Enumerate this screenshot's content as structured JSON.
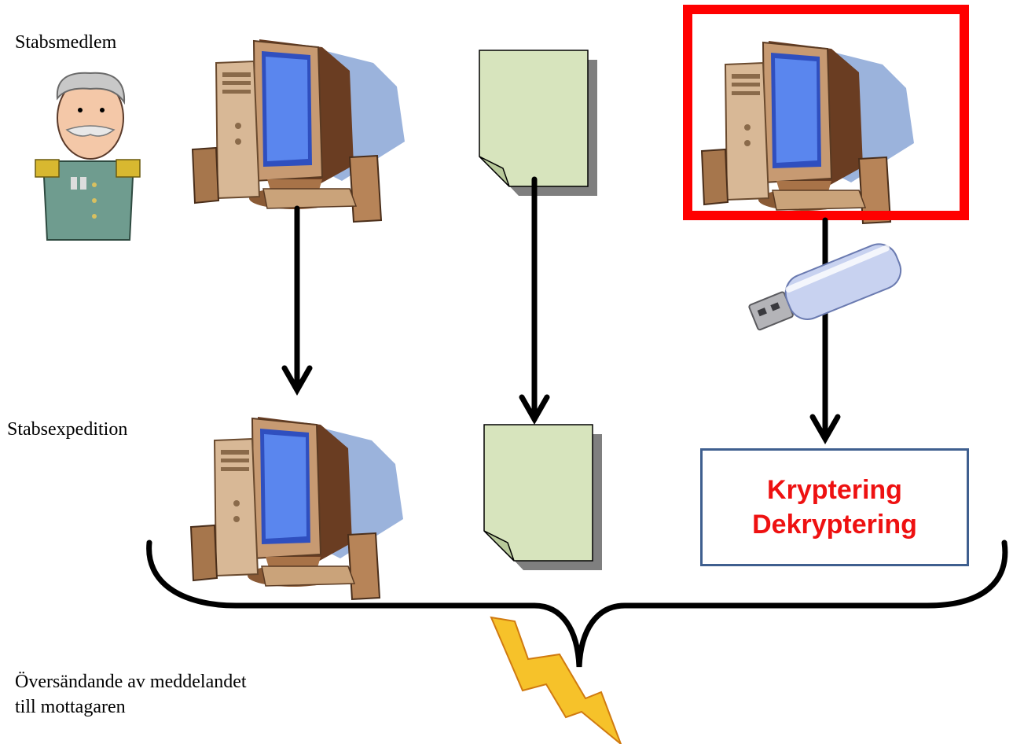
{
  "labels": {
    "staff_member": "Stabsmedlem",
    "staff_office": "Stabsexpedition",
    "transmission_line1": "Översändande av meddelandet",
    "transmission_line2": "till mottagaren"
  },
  "crypto_box": {
    "line1": "Kryptering",
    "line2": "Dekryptering"
  },
  "colors": {
    "highlight_frame": "#ff0000",
    "document_fill": "#d7e4bd",
    "crypto_text": "#ee1111",
    "crypto_border": "#3f5f8f",
    "arrow": "#000000"
  },
  "icons": [
    "officer-icon",
    "computer-icon",
    "document-icon",
    "usb-stick-icon",
    "lightning-icon"
  ]
}
